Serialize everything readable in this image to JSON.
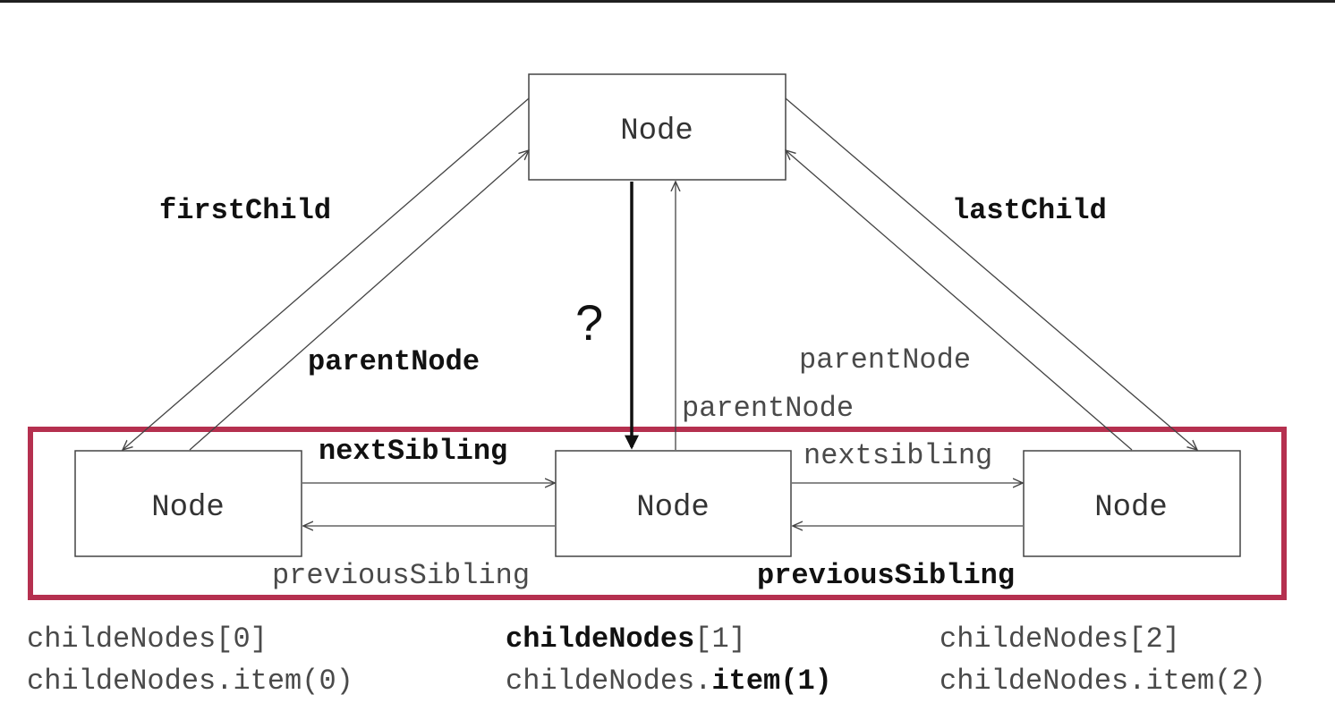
{
  "nodes": {
    "parent": "Node",
    "child0": "Node",
    "child1": "Node",
    "child2": "Node"
  },
  "edges": {
    "first_child": "firstChild",
    "last_child": "lastChild",
    "question": "?",
    "parent_node_left": "parentNode",
    "parent_node_right": "parentNode",
    "parent_node_middle": "parentNode",
    "next_sibling_left": "nextSibling",
    "next_sibling_right": "nextsibling",
    "previous_sibling_left": "previousSibling",
    "previous_sibling_right": "previousSibling"
  },
  "child_labels": {
    "c0": {
      "line1": "childeNodes[0]",
      "line2": "childeNodes.item(0)"
    },
    "c1": {
      "line1_bold": "childeNodes",
      "line1_rest": "[1]",
      "line2_rest": "childeNodes.",
      "line2_bold": "item(1)"
    },
    "c2": {
      "line1": "childeNodes[2]",
      "line2": "childeNodes.item(2)"
    }
  },
  "colors": {
    "highlight_border": "#b5304f",
    "line": "#444444",
    "bold_arrow": "#111111"
  }
}
